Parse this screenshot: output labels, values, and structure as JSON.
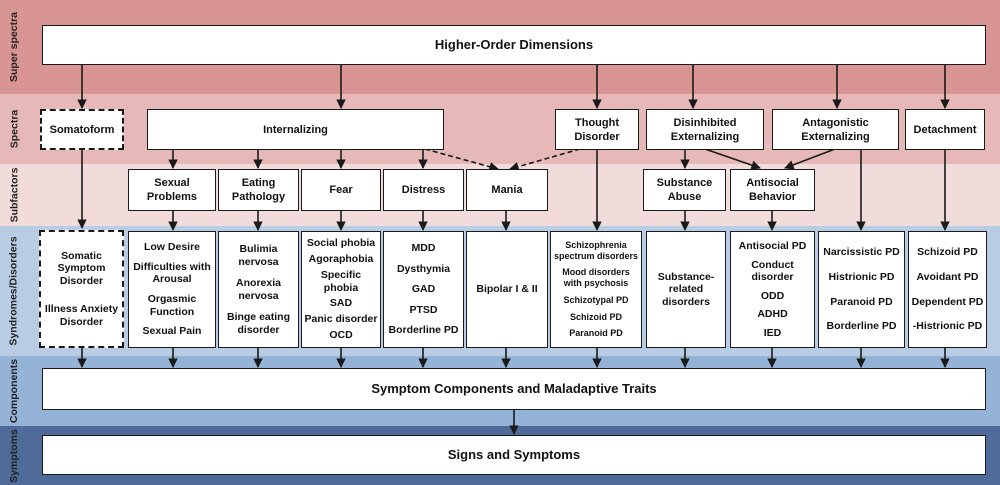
{
  "levels": {
    "super_spectra": "Super spectra",
    "spectra": "Spectra",
    "subfactors": "Subfactors",
    "syndromes": "Syndromes/Disorders",
    "components": "Components",
    "symptoms": "Symptoms"
  },
  "band_colors": {
    "super_spectra": "#d99594",
    "spectra": "#e6b8b7",
    "subfactors": "#f2dcdb",
    "syndromes": "#b8cce4",
    "components": "#95b3d7",
    "symptoms": "#4f6b99"
  },
  "top": "Higher-Order Dimensions",
  "spectra": {
    "somatoform": "Somatoform",
    "internalizing": "Internalizing",
    "thought_disorder": "Thought Disorder",
    "disinhibited": "Disinhibited Externalizing",
    "antagonistic": "Antagonistic Externalizing",
    "detachment": "Detachment"
  },
  "subfactors": {
    "sexual_problems": "Sexual Problems",
    "eating_pathology": "Eating Pathology",
    "fear": "Fear",
    "distress": "Distress",
    "mania": "Mania",
    "substance_abuse": "Substance Abuse",
    "antisocial_behavior": "Antisocial Behavior"
  },
  "disorders": {
    "somatic": [
      "Somatic Symptom Disorder",
      "Illness Anxiety Disorder"
    ],
    "sexual": [
      "Low Desire",
      "Difficulties with Arousal",
      "Orgasmic Function",
      "Sexual Pain"
    ],
    "eating": [
      "Bulimia nervosa",
      "Anorexia nervosa",
      "Binge eating disorder"
    ],
    "fear": [
      "Social phobia",
      "Agoraphobia",
      "Specific phobia",
      "SAD",
      "Panic disorder",
      "OCD"
    ],
    "distress": [
      "MDD",
      "Dysthymia",
      "GAD",
      "PTSD",
      "Borderline PD"
    ],
    "mania": [
      "Bipolar I & II"
    ],
    "thought": [
      "Schizophrenia spectrum disorders",
      "Mood disorders with psychosis",
      "Schizotypal PD",
      "Schizoid PD",
      "Paranoid PD"
    ],
    "substance": [
      "Substance-related disorders"
    ],
    "antisocial": [
      "Antisocial PD",
      "Conduct disorder",
      "ODD",
      "ADHD",
      "IED"
    ],
    "antagonistic": [
      "Narcissistic PD",
      "Histrionic PD",
      "Paranoid PD",
      "Borderline PD"
    ],
    "detachment": [
      "Schizoid PD",
      "Avoidant PD",
      "Dependent PD",
      "-Histrionic PD"
    ]
  },
  "components": "Symptom Components and Maladaptive Traits",
  "signs": "Signs and Symptoms"
}
